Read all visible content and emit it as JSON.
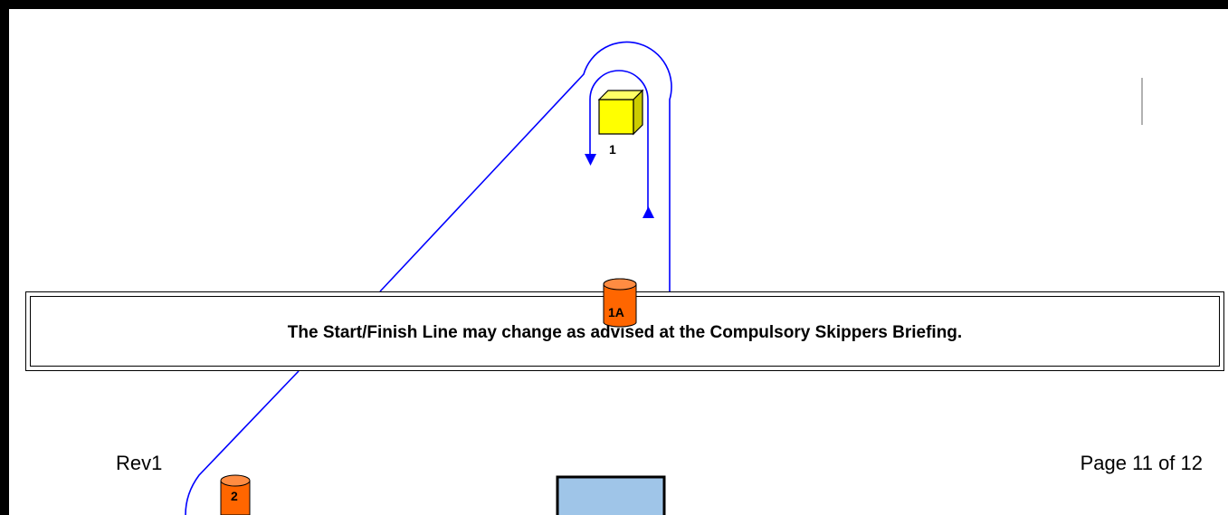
{
  "notice": {
    "text": "The Start/Finish Line may change as advised at the Compulsory Skippers Briefing."
  },
  "footer": {
    "revision": "Rev1",
    "page": "Page 11 of 12"
  },
  "marks": [
    {
      "label": "1",
      "shape": "cube",
      "color": "#ffff00"
    },
    {
      "label": "1A",
      "shape": "cylinder",
      "color": "#ff6600"
    },
    {
      "label": "2",
      "shape": "cylinder",
      "color": "#ff6600"
    }
  ],
  "colors": {
    "course_line": "#0000ff",
    "frame": "#000000",
    "committee_boat": "#9fc5e8"
  },
  "icons": [
    "arrow-down-icon",
    "arrow-up-icon"
  ]
}
